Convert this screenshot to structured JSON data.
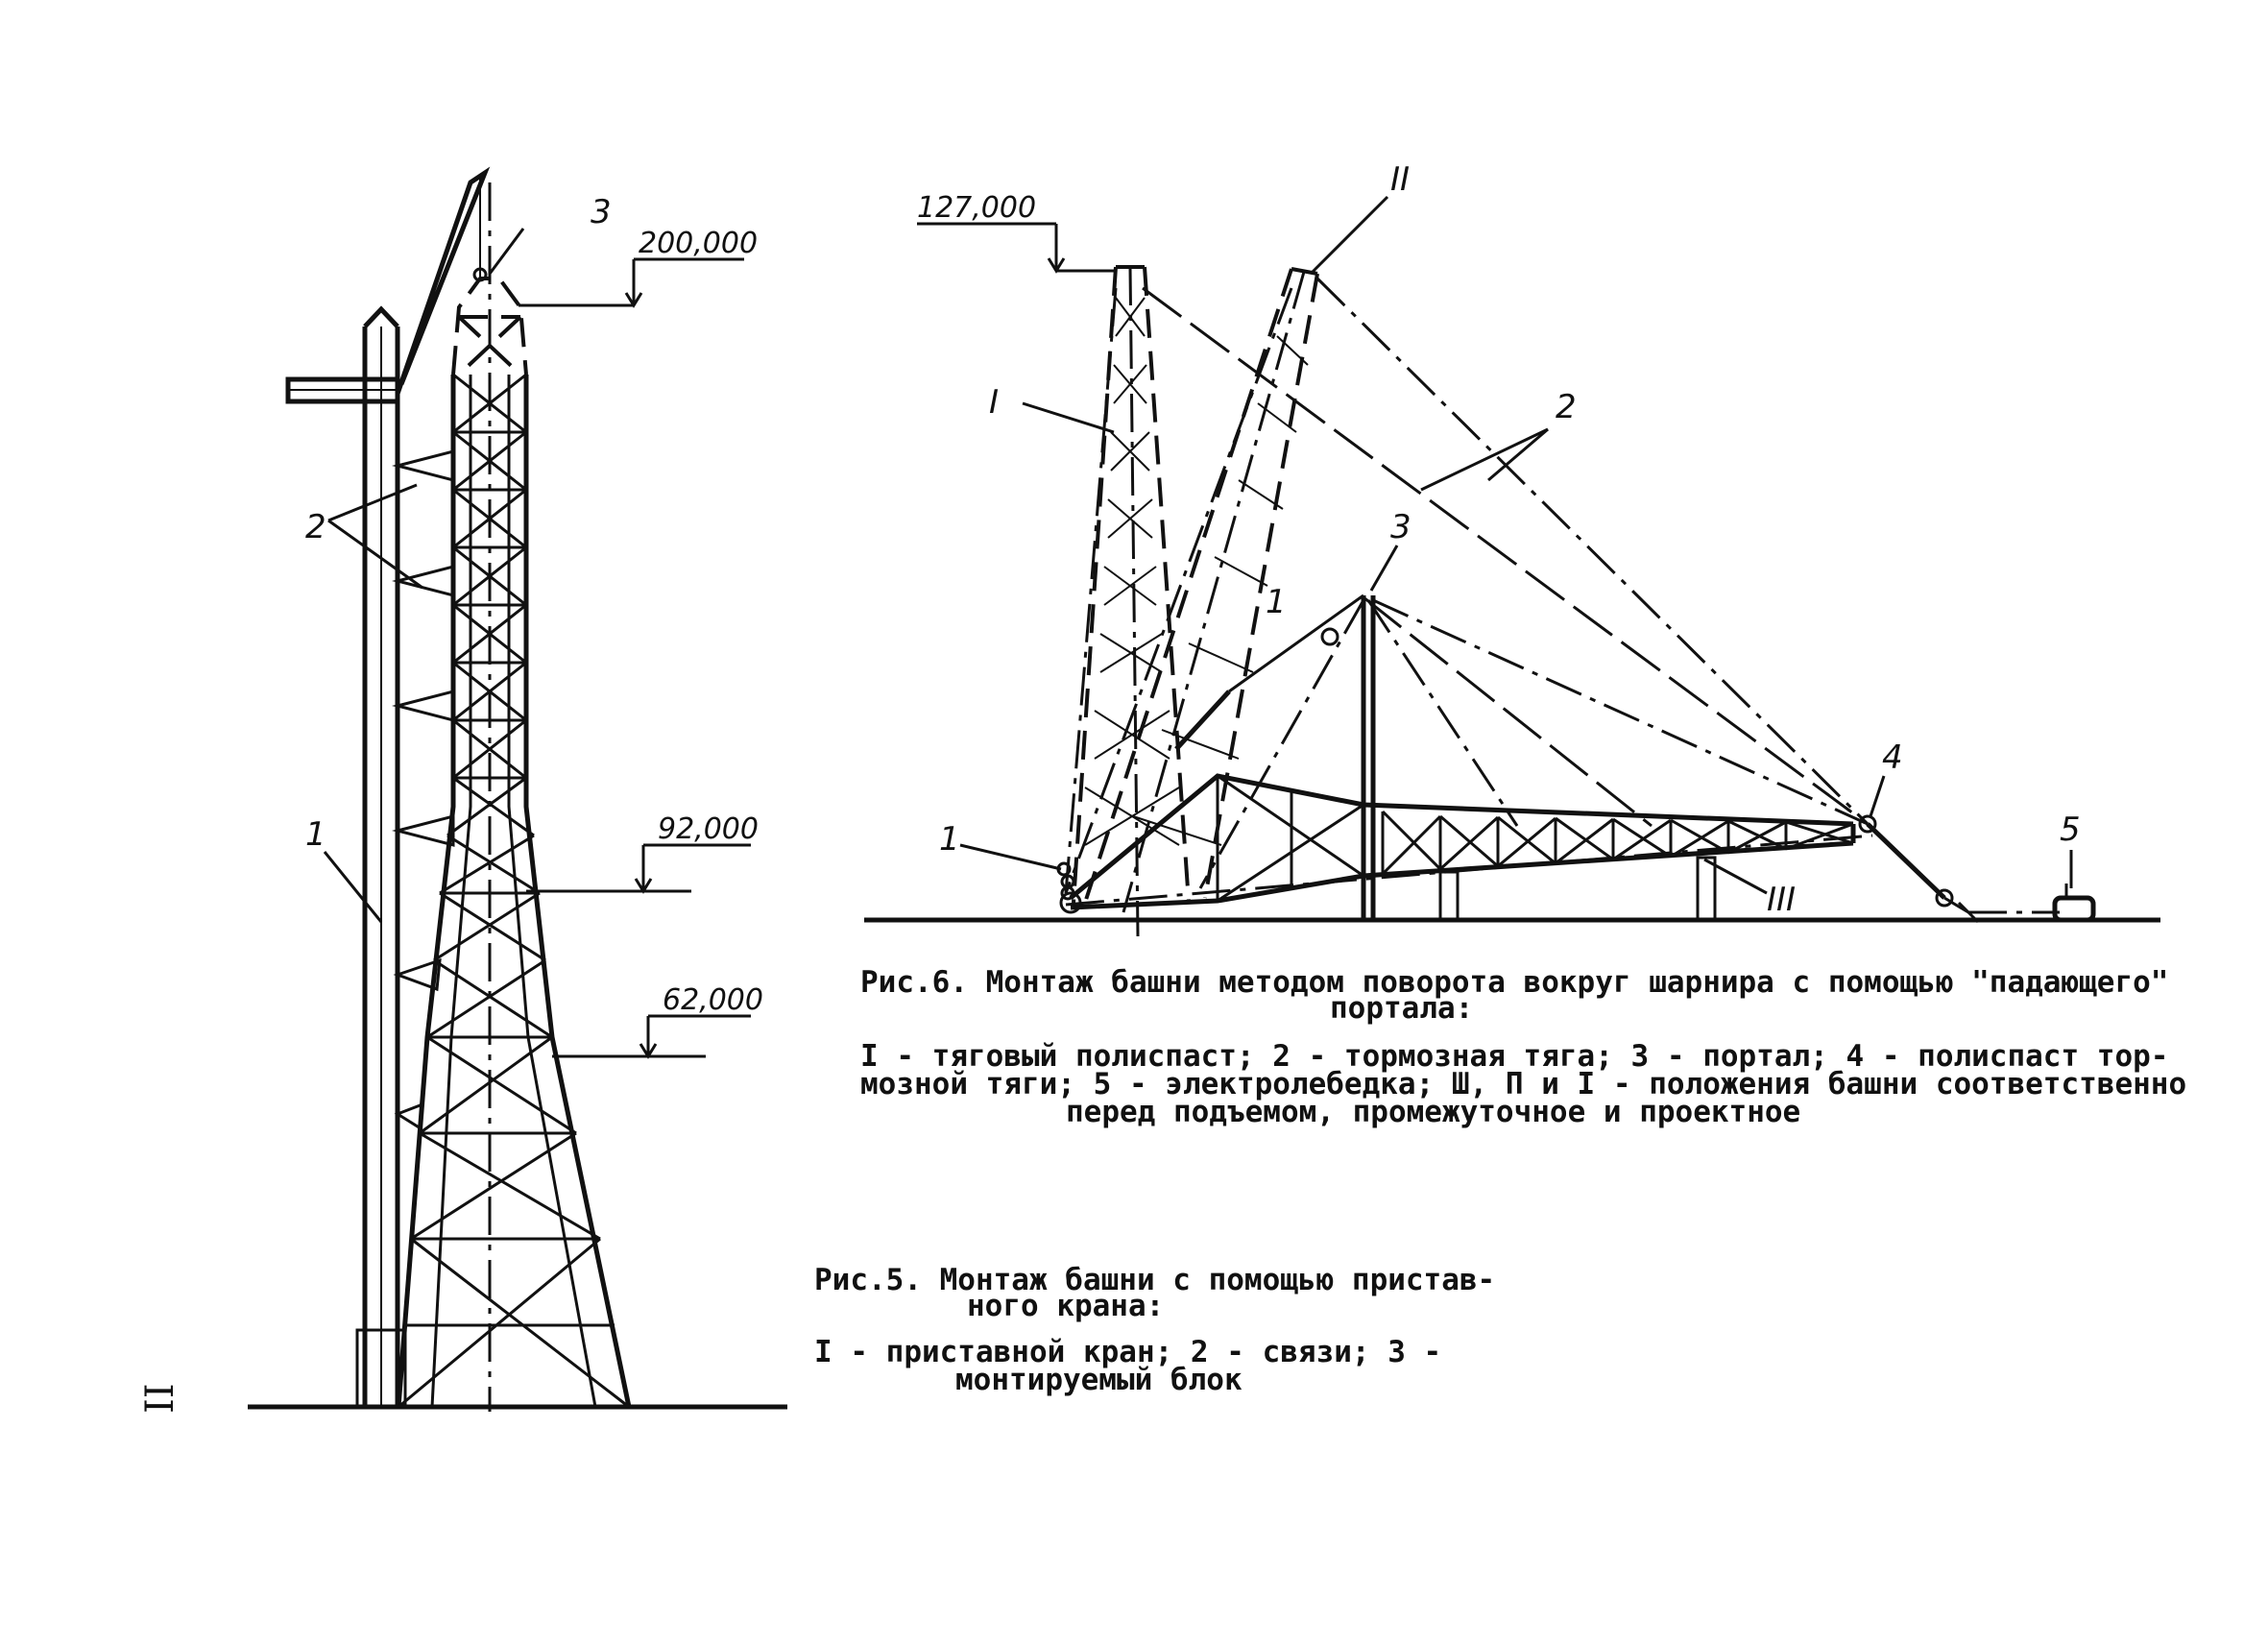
{
  "page_number": "II",
  "fig5": {
    "elevations": [
      "200,000",
      "92,000",
      "62,000"
    ],
    "labels": {
      "crane": "1",
      "ties": "2",
      "block": "3"
    },
    "caption_line1": "Рис.5. Монтаж башни с помощью пристав-",
    "caption_line2": "ного крана:",
    "legend_line1": "I - приставной кран; 2 - связи; 3 -",
    "legend_line2": "монтируемый блок"
  },
  "fig6": {
    "elevation": "127,000",
    "labels": {
      "pos_design": "I",
      "pos_mid": "II",
      "pos_before": "III",
      "brake": "2",
      "portal": "3",
      "hoist_tackle": "1",
      "hoist_tackle_b": "1",
      "brake_tackle": "4",
      "winch": "5"
    },
    "caption_line1": "Рис.6. Монтаж башни методом поворота вокруг шарнира с помощью \"падающего\"",
    "caption_line2": "портала:",
    "legend_line1": "I - тяговый полиспаст; 2 - тормозная тяга; 3 - портал; 4 - полиспаст тор-",
    "legend_line2": "мозной тяги; 5 - электролебедка; Ш, П и I - положения башни соответственно",
    "legend_line3": "перед подъемом, промежуточное и проектное"
  }
}
